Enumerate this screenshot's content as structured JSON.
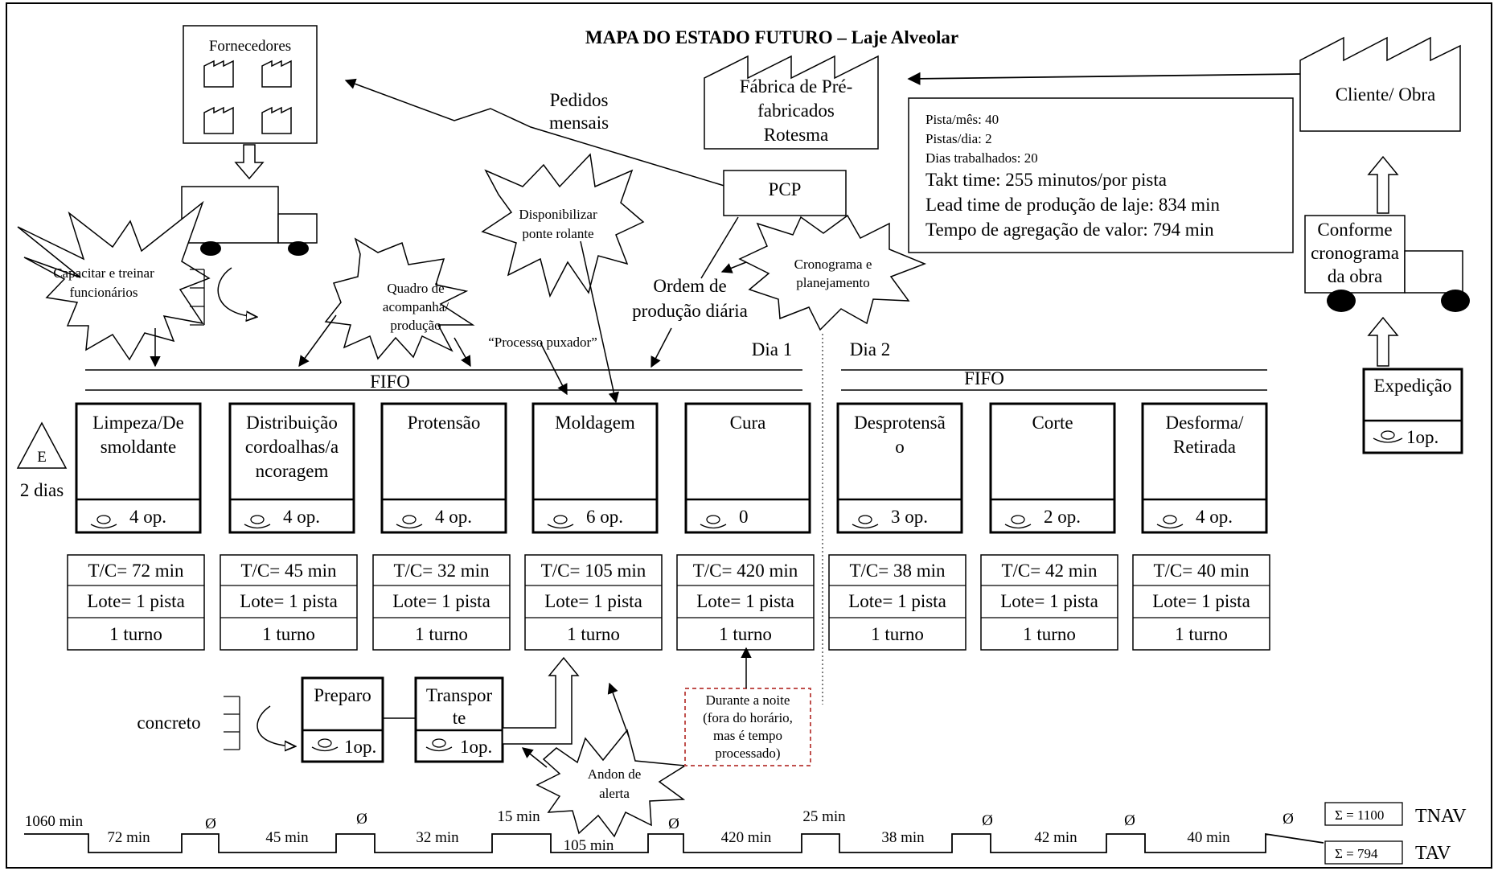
{
  "title": "MAPA DO ESTADO FUTURO – Laje Alveolar",
  "suppliers": {
    "label": "Fornecedores"
  },
  "factory": {
    "line1": "Fábrica de Pré-",
    "line2": "fabricados",
    "line3": "Rotesma"
  },
  "customer": {
    "label": "Cliente/ Obra"
  },
  "orders": {
    "line1": "Pedidos",
    "line2": "mensais"
  },
  "pcp": {
    "label": "PCP"
  },
  "daily_order": {
    "line1": "Ordem de",
    "line2": "produção diária"
  },
  "schedule_truck": {
    "line1": "Conforme",
    "line2": "cronograma",
    "line3": "da obra"
  },
  "shipping": {
    "label": "Expedição",
    "operators": "1op."
  },
  "info_box": {
    "line1": "Pista/mês: 40",
    "line2": "Pistas/dia: 2",
    "line3": "Dias trabalhados: 20",
    "line4": "Takt time: 255 minutos/por pista",
    "line5": "Lead time de produção de laje: 834 min",
    "line6": "Tempo de agregação de  valor: 794 min"
  },
  "kaizen": [
    {
      "line1": "Capacitar e treinar",
      "line2": "funcionários"
    },
    {
      "line1": "Quadro de",
      "line2": "acompanha/",
      "line3": "produção"
    },
    {
      "line1": "Disponibilizar",
      "line2": "ponte rolante"
    },
    {
      "line1": "Cronograma e",
      "line2": "planejamento"
    },
    {
      "line1": "Andon de",
      "line2": "alerta"
    }
  ],
  "pull_label": "“Processo puxador”",
  "day1": "Dia 1",
  "day2": "Dia 2",
  "fifo": "FIFO",
  "inventory": {
    "symbol": "E",
    "label": "2 dias"
  },
  "processes": [
    {
      "name_line1": "Limpeza/De",
      "name_line2": "smoldante",
      "name_line3": "",
      "operators": "4 op.",
      "tc": "T/C= 72 min",
      "lot": "Lote= 1 pista",
      "shift": "1 turno"
    },
    {
      "name_line1": "Distribuição",
      "name_line2": "cordoalhas/a",
      "name_line3": "ncoragem",
      "operators": "4 op.",
      "tc": "T/C= 45 min",
      "lot": "Lote= 1 pista",
      "shift": "1 turno"
    },
    {
      "name_line1": "Protensão",
      "name_line2": "",
      "name_line3": "",
      "operators": "4 op.",
      "tc": "T/C= 32 min",
      "lot": "Lote= 1 pista",
      "shift": "1 turno"
    },
    {
      "name_line1": "Moldagem",
      "name_line2": "",
      "name_line3": "",
      "operators": "6 op.",
      "tc": "T/C= 105 min",
      "lot": "Lote= 1 pista",
      "shift": "1 turno"
    },
    {
      "name_line1": "Cura",
      "name_line2": "",
      "name_line3": "",
      "operators": "0",
      "tc": "T/C= 420 min",
      "lot": "Lote= 1 pista",
      "shift": "1  turno"
    },
    {
      "name_line1": "Desprotensã",
      "name_line2": "o",
      "name_line3": "",
      "operators": "3 op.",
      "tc": "T/C= 38 min",
      "lot": "Lote= 1 pista",
      "shift": "1 turno"
    },
    {
      "name_line1": "Corte",
      "name_line2": "",
      "name_line3": "",
      "operators": "2 op.",
      "tc": "T/C= 42 min",
      "lot": "Lote= 1 pista",
      "shift": "1 turno"
    },
    {
      "name_line1": "Desforma/",
      "name_line2": "Retirada",
      "name_line3": "",
      "operators": "4 op.",
      "tc": "T/C= 40 min",
      "lot": "Lote= 1 pista",
      "shift": "1 turno"
    }
  ],
  "concrete": {
    "label": "concreto"
  },
  "preparo": {
    "name": "Preparo",
    "operators": "1op."
  },
  "transporte": {
    "line1": "Transpor",
    "line2": "te",
    "operators": "1op."
  },
  "night_note": {
    "line1": "Durante a noite",
    "line2": "(fora do horário,",
    "line3": "mas é tempo",
    "line4": "processado)"
  },
  "timeline": {
    "start": "1060 min",
    "va": [
      "72 min",
      "45 min",
      "32 min",
      "105 min",
      "420 min",
      "38 min",
      "42 min",
      "40 min"
    ],
    "nva": [
      "Ø",
      "Ø",
      "15 min",
      "Ø",
      "25 min",
      "Ø",
      "Ø",
      "Ø"
    ],
    "sum_nva": "Σ = 1100",
    "sum_va": "Σ = 794",
    "label_nva": "TNAV",
    "label_va": "TAV"
  },
  "colors": {
    "night_note_border": "#c0504d"
  }
}
